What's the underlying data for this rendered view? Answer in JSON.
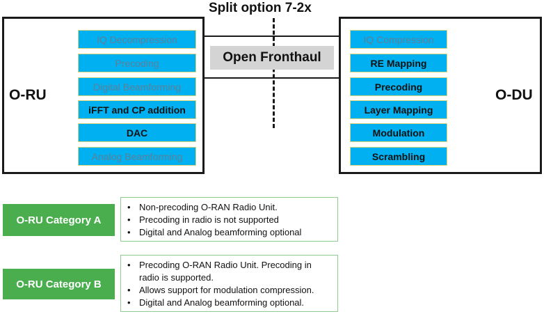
{
  "split_title": "Split option 7-2x",
  "fronthaul_label": "Open Fronthaul",
  "oru": {
    "label": "O-RU",
    "blocks": [
      {
        "label": "IQ Decompression",
        "active": false
      },
      {
        "label": "Precoding",
        "active": false
      },
      {
        "label": "Digital Beamforming",
        "active": false
      },
      {
        "label": "iFFT and CP addition",
        "active": true
      },
      {
        "label": "DAC",
        "active": true
      },
      {
        "label": "Analog Beamforming",
        "active": false
      }
    ]
  },
  "odu": {
    "label": "O-DU",
    "blocks": [
      {
        "label": "IQ Compression",
        "active": false
      },
      {
        "label": "RE Mapping",
        "active": true
      },
      {
        "label": "Precoding",
        "active": true
      },
      {
        "label": "Layer Mapping",
        "active": true
      },
      {
        "label": "Modulation",
        "active": true
      },
      {
        "label": "Scrambling",
        "active": true
      }
    ]
  },
  "categories": [
    {
      "label": "O-RU Category A",
      "bullets": [
        "Non-precoding O-RAN Radio Unit.",
        "Precoding in radio is not supported",
        "Digital and Analog beamforming optional"
      ]
    },
    {
      "label": "O-RU Category B",
      "bullets": [
        "Precoding O-RAN Radio Unit. Precoding in radio is supported.",
        "Allows support for modulation compression.",
        "Digital and Analog beamforming optional."
      ]
    }
  ],
  "colors": {
    "block_fill": "#00b0f0",
    "inactive_text": "#5f7f97",
    "category_fill": "#4aad4e",
    "fronthaul_fill": "#d4d4d4"
  }
}
